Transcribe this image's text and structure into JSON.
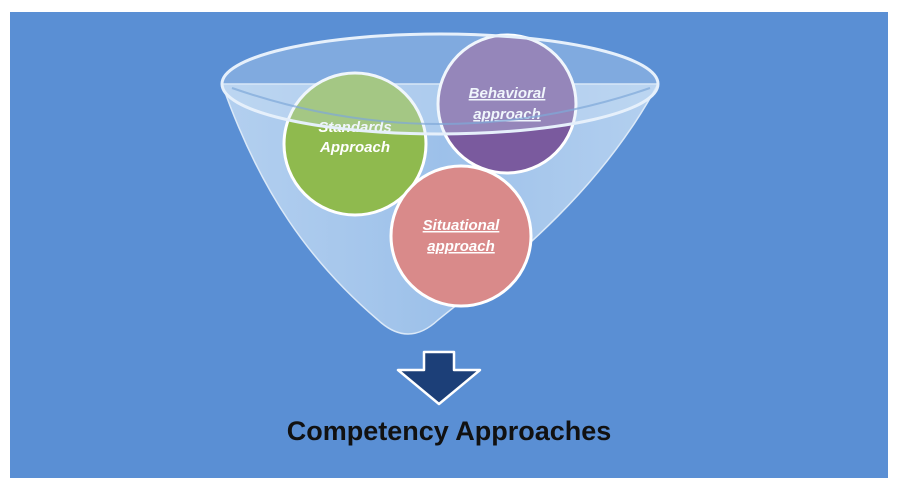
{
  "diagram": {
    "title": "Competency Approaches",
    "approaches": [
      {
        "label_line1": "Standards",
        "label_line2": "Approach",
        "color": "#8fba4e"
      },
      {
        "label_line1": "Behavioral",
        "label_line2": "approach",
        "color": "#7a5a9e"
      },
      {
        "label_line1": "Situational",
        "label_line2": "approach",
        "color": "#d98a8a"
      }
    ],
    "colors": {
      "background": "#5a8fd4",
      "funnel": "#a9c9ee",
      "arrow": "#1c3f78"
    },
    "arrow_icon": "arrow-down-icon"
  }
}
